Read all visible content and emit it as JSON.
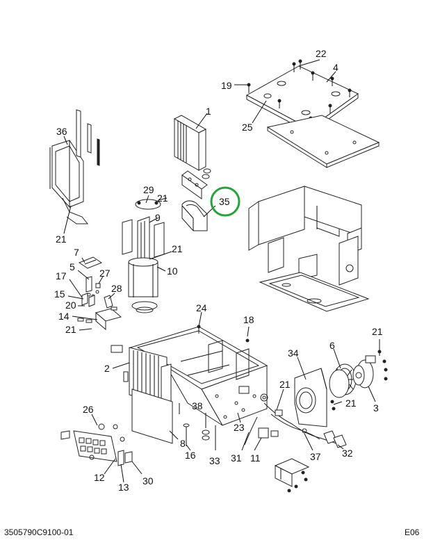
{
  "callouts": [
    {
      "id": "c22",
      "text": "22"
    },
    {
      "id": "c4",
      "text": "4"
    },
    {
      "id": "c19",
      "text": "19"
    },
    {
      "id": "c25",
      "text": "25"
    },
    {
      "id": "c1",
      "text": "1"
    },
    {
      "id": "c36",
      "text": "36"
    },
    {
      "id": "c21a",
      "text": "21"
    },
    {
      "id": "c29",
      "text": "29"
    },
    {
      "id": "c21b",
      "text": "21"
    },
    {
      "id": "c35",
      "text": "35"
    },
    {
      "id": "c9",
      "text": "9"
    },
    {
      "id": "c21c",
      "text": "21"
    },
    {
      "id": "c7",
      "text": "7"
    },
    {
      "id": "c5",
      "text": "5"
    },
    {
      "id": "c27",
      "text": "27"
    },
    {
      "id": "c10",
      "text": "10"
    },
    {
      "id": "c17",
      "text": "17"
    },
    {
      "id": "c15",
      "text": "15"
    },
    {
      "id": "c28",
      "text": "28"
    },
    {
      "id": "c20",
      "text": "20"
    },
    {
      "id": "c14",
      "text": "14"
    },
    {
      "id": "c21d",
      "text": "21"
    },
    {
      "id": "c24",
      "text": "24"
    },
    {
      "id": "c18",
      "text": "18"
    },
    {
      "id": "c21e",
      "text": "21"
    },
    {
      "id": "c2",
      "text": "2"
    },
    {
      "id": "c34",
      "text": "34"
    },
    {
      "id": "c6",
      "text": "6"
    },
    {
      "id": "c21f",
      "text": "21"
    },
    {
      "id": "c21g",
      "text": "21"
    },
    {
      "id": "c3",
      "text": "3"
    },
    {
      "id": "c26",
      "text": "26"
    },
    {
      "id": "c38",
      "text": "38"
    },
    {
      "id": "c23",
      "text": "23"
    },
    {
      "id": "c8",
      "text": "8"
    },
    {
      "id": "c16",
      "text": "16"
    },
    {
      "id": "c33",
      "text": "33"
    },
    {
      "id": "c31",
      "text": "31"
    },
    {
      "id": "c11",
      "text": "11"
    },
    {
      "id": "c37",
      "text": "37"
    },
    {
      "id": "c32",
      "text": "32"
    },
    {
      "id": "c12",
      "text": "12"
    },
    {
      "id": "c30",
      "text": "30"
    },
    {
      "id": "c13",
      "text": "13"
    }
  ],
  "highlight": {
    "text": "35",
    "color": "#22a63a"
  },
  "footer": {
    "part_number": "3505790C9100-01",
    "page_code": "E06"
  },
  "colors": {
    "ink": "#111111",
    "background": "#ffffff"
  }
}
